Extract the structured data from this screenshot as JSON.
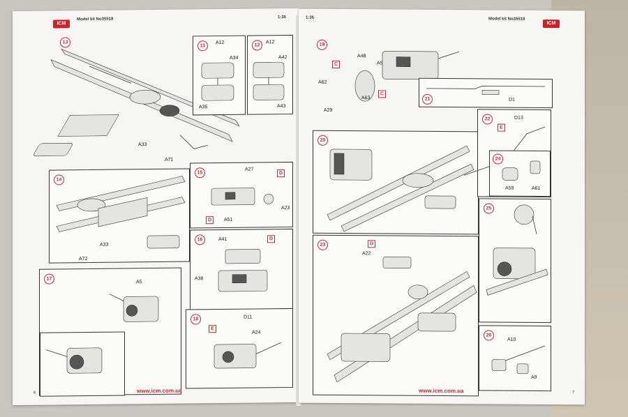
{
  "left_page": {
    "brand": "ICM",
    "header_kit": "Model kit No35518",
    "header_scale": "1:35",
    "footer_url": "www.icm.com.ua",
    "page_number": "6",
    "steps": {
      "s13": {
        "num": "13",
        "labels": [
          "A33",
          "A71"
        ]
      },
      "s11": {
        "num": "11",
        "labels": [
          "A12",
          "A34",
          "A35"
        ]
      },
      "s12": {
        "num": "12",
        "labels": [
          "A12",
          "A42",
          "A43"
        ]
      },
      "s14": {
        "num": "14",
        "labels": [
          "A33",
          "A72"
        ]
      },
      "s15": {
        "num": "15",
        "labels": [
          "A27",
          "A23",
          "A51"
        ],
        "marks": [
          "D",
          "D"
        ]
      },
      "s16": {
        "num": "16",
        "labels": [
          "A41",
          "A38"
        ],
        "marks": [
          "D"
        ]
      },
      "s17": {
        "num": "17",
        "labels": [
          "A5"
        ]
      },
      "s18": {
        "num": "18",
        "labels": [
          "D11",
          "A24"
        ],
        "marks": [
          "E"
        ]
      }
    }
  },
  "right_page": {
    "brand": "ICM",
    "header_kit": "Model kit No35518",
    "header_scale": "1:35",
    "footer_url": "www.icm.com.ua",
    "page_number": "7",
    "steps": {
      "s19": {
        "num": "19",
        "labels": [
          "A48",
          "A58",
          "A62",
          "A63",
          "A29"
        ],
        "marks": [
          "C",
          "C"
        ]
      },
      "s21": {
        "num": "21",
        "labels": [
          "D1"
        ]
      },
      "s22": {
        "num": "22",
        "labels": [
          "D13"
        ],
        "marks": [
          "E"
        ]
      },
      "s24": {
        "num": "24",
        "labels": [
          "A59",
          "A61"
        ]
      },
      "s20": {
        "num": "20"
      },
      "s25": {
        "num": "25"
      },
      "s23": {
        "num": "23",
        "labels": [
          "A22"
        ],
        "marks": [
          "D"
        ]
      },
      "s26": {
        "num": "26",
        "labels": [
          "A10",
          "A9"
        ]
      }
    }
  }
}
